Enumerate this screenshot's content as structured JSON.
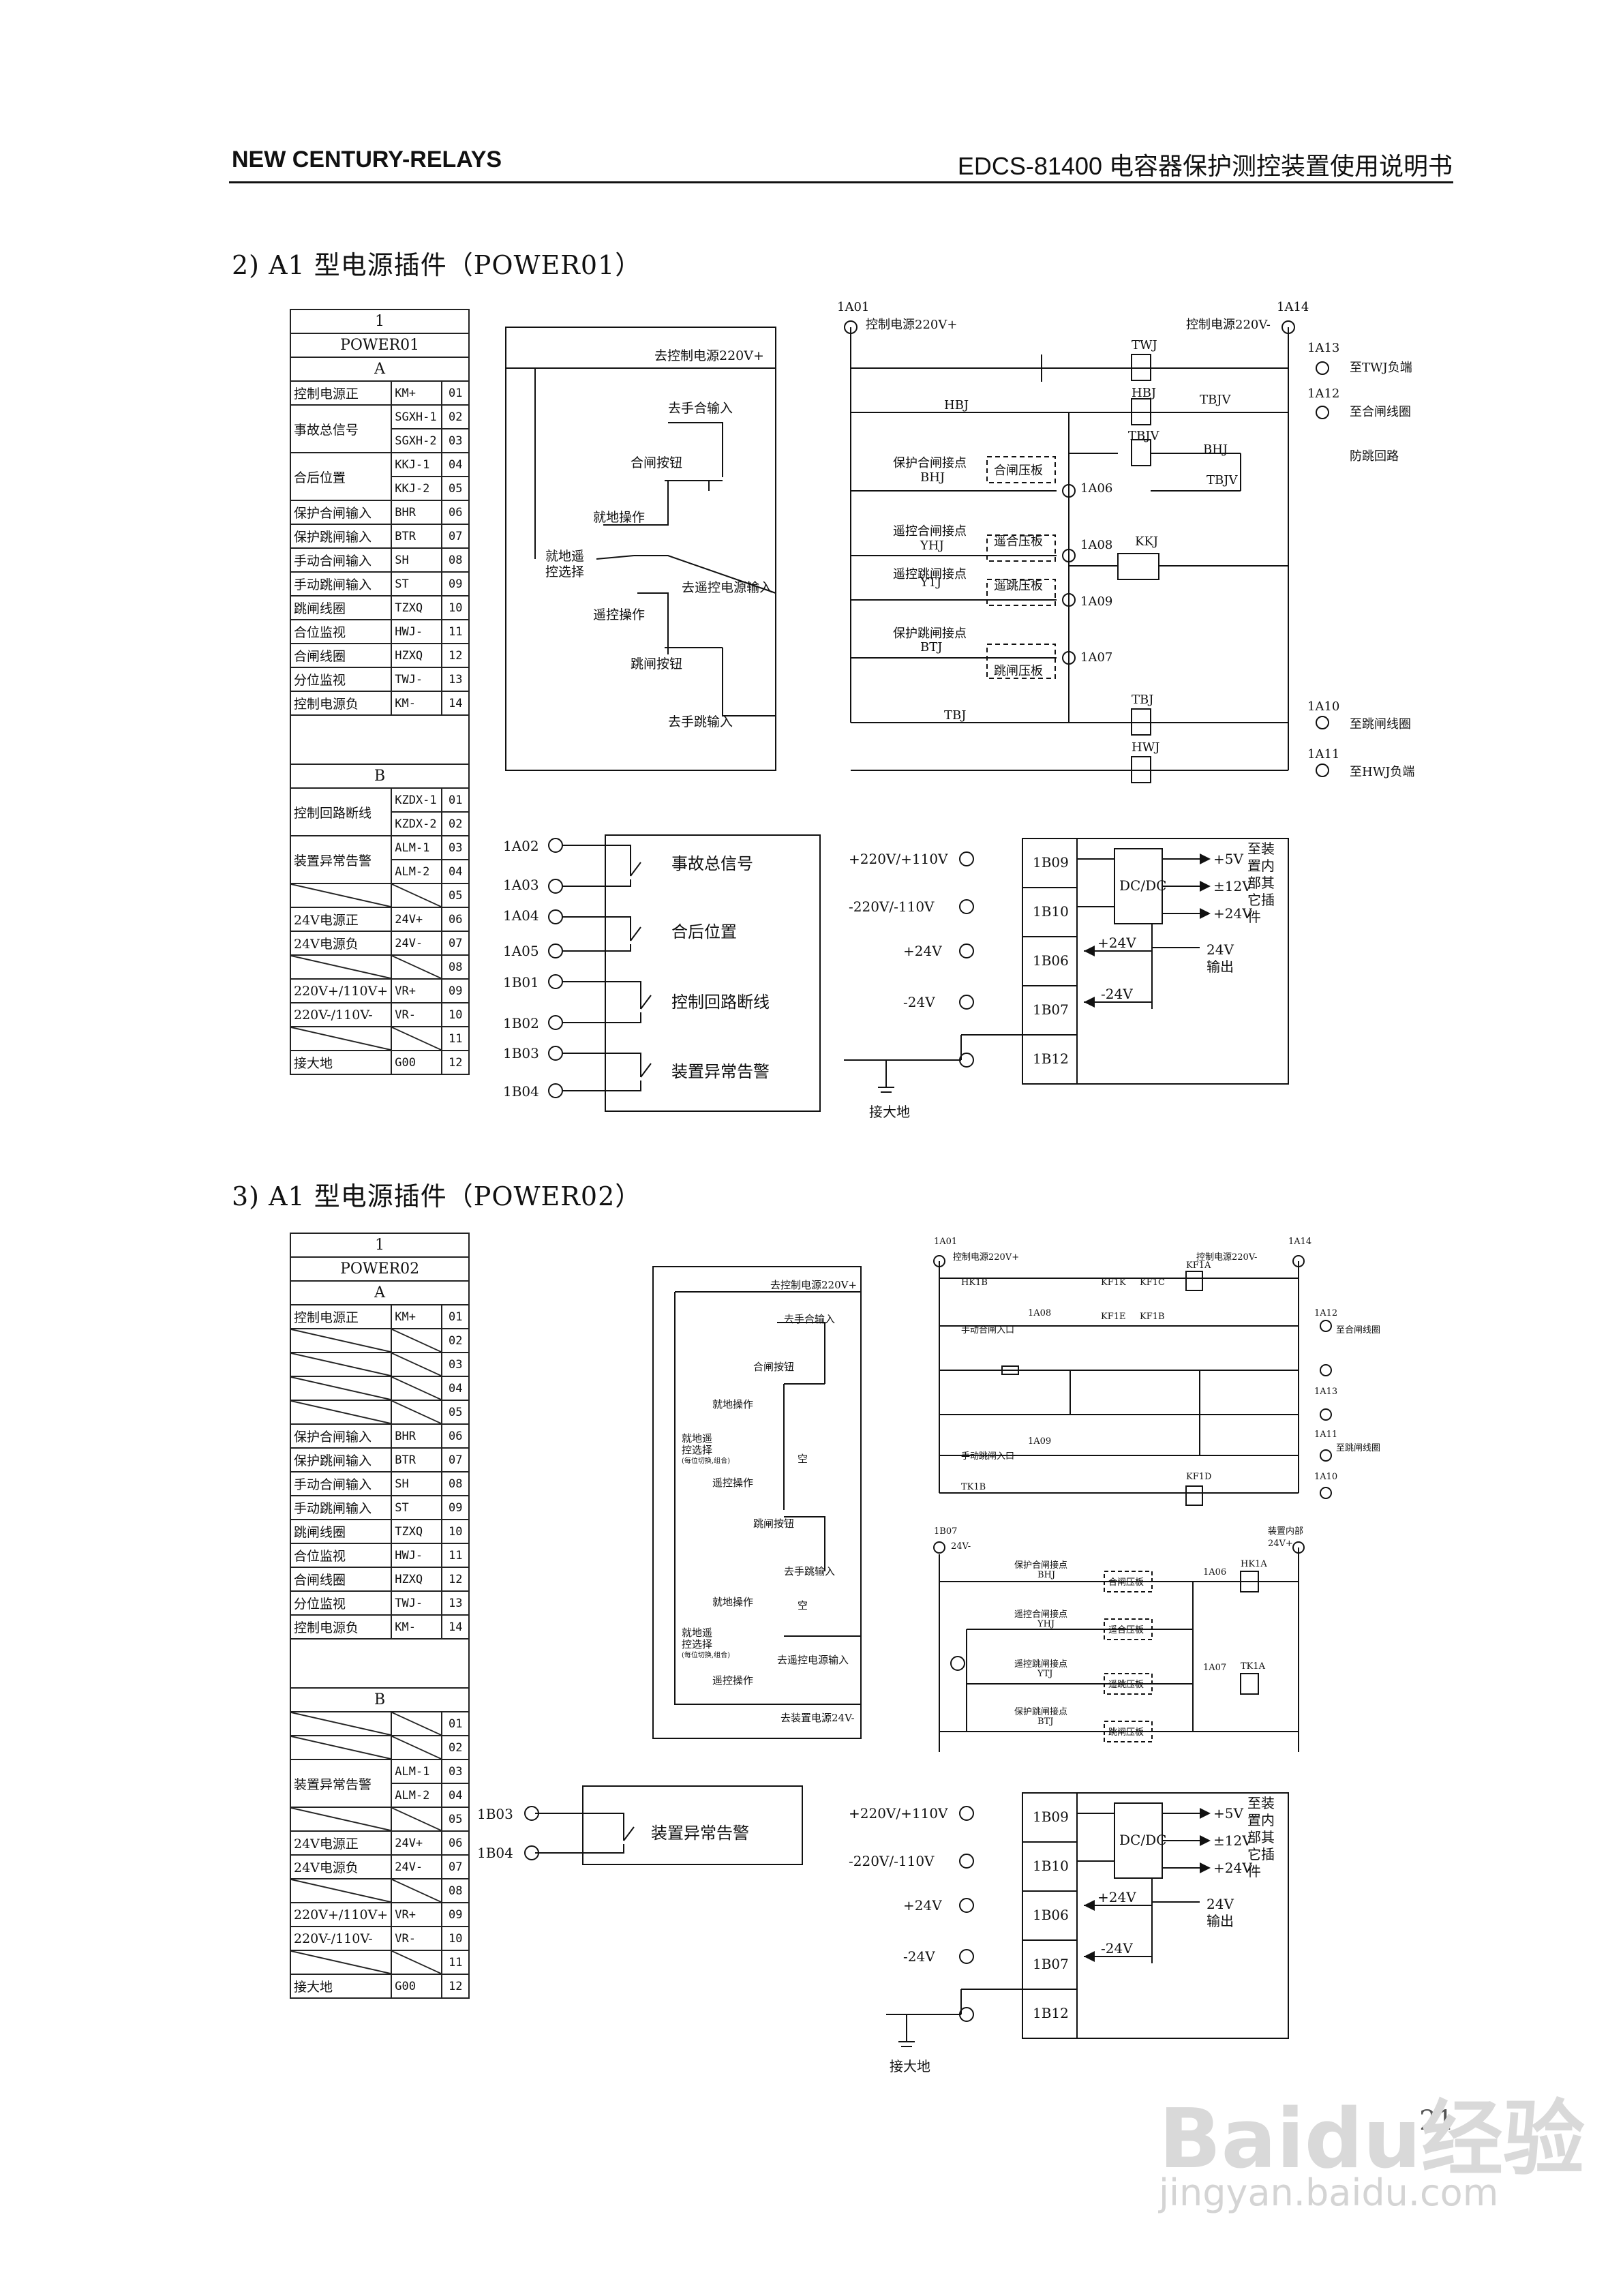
{
  "header": {
    "left": "NEW CENTURY-RELAYS",
    "right": "EDCS-81400 电容器保护测控装置使用说明书"
  },
  "sections": [
    {
      "title": "2)  A1 型电源插件（POWER01）"
    },
    {
      "title": "3)  A1 型电源插件（POWER02）"
    }
  ],
  "table1": {
    "slot": "1",
    "model": "POWER01",
    "groupA": "A",
    "groupB": "B",
    "A": [
      {
        "name": "控制电源正",
        "sig": "KM+",
        "num": "01"
      },
      {
        "name": "事故总信号",
        "sig": "SGXH-1",
        "num": "02"
      },
      {
        "name": "",
        "sig": "SGXH-2",
        "num": "03"
      },
      {
        "name": "合后位置",
        "sig": "KKJ-1",
        "num": "04"
      },
      {
        "name": "",
        "sig": "KKJ-2",
        "num": "05"
      },
      {
        "name": "保护合闸输入",
        "sig": "BHR",
        "num": "06"
      },
      {
        "name": "保护跳闸输入",
        "sig": "BTR",
        "num": "07"
      },
      {
        "name": "手动合闸输入",
        "sig": "SH",
        "num": "08"
      },
      {
        "name": "手动跳闸输入",
        "sig": "ST",
        "num": "09"
      },
      {
        "name": "跳闸线圈",
        "sig": "TZXQ",
        "num": "10"
      },
      {
        "name": "合位监视",
        "sig": "HWJ-",
        "num": "11"
      },
      {
        "name": "合闸线圈",
        "sig": "HZXQ",
        "num": "12"
      },
      {
        "name": "分位监视",
        "sig": "TWJ-",
        "num": "13"
      },
      {
        "name": "控制电源负",
        "sig": "KM-",
        "num": "14"
      }
    ],
    "B": [
      {
        "name": "控制回路断线",
        "sig": "KZDX-1",
        "num": "01"
      },
      {
        "name": "",
        "sig": "KZDX-2",
        "num": "02"
      },
      {
        "name": "装置异常告警",
        "sig": "ALM-1",
        "num": "03"
      },
      {
        "name": "",
        "sig": "ALM-2",
        "num": "04"
      },
      {
        "name": "",
        "sig": "",
        "num": "05"
      },
      {
        "name": "24V电源正",
        "sig": "24V+",
        "num": "06"
      },
      {
        "name": "24V电源负",
        "sig": "24V-",
        "num": "07"
      },
      {
        "name": "",
        "sig": "",
        "num": "08"
      },
      {
        "name": "220V+/110V+",
        "sig": "VR+",
        "num": "09"
      },
      {
        "name": "220V-/110V-",
        "sig": "VR-",
        "num": "10"
      },
      {
        "name": "",
        "sig": "",
        "num": "11"
      },
      {
        "name": "接大地",
        "sig": "G00",
        "num": "12"
      }
    ]
  },
  "table2": {
    "slot": "1",
    "model": "POWER02",
    "groupA": "A",
    "groupB": "B",
    "A": [
      {
        "name": "控制电源正",
        "sig": "KM+",
        "num": "01"
      },
      {
        "name": "",
        "sig": "",
        "num": "02"
      },
      {
        "name": "",
        "sig": "",
        "num": "03"
      },
      {
        "name": "",
        "sig": "",
        "num": "04"
      },
      {
        "name": "",
        "sig": "",
        "num": "05"
      },
      {
        "name": "保护合闸输入",
        "sig": "BHR",
        "num": "06"
      },
      {
        "name": "保护跳闸输入",
        "sig": "BTR",
        "num": "07"
      },
      {
        "name": "手动合闸输入",
        "sig": "SH",
        "num": "08"
      },
      {
        "name": "手动跳闸输入",
        "sig": "ST",
        "num": "09"
      },
      {
        "name": "跳闸线圈",
        "sig": "TZXQ",
        "num": "10"
      },
      {
        "name": "合位监视",
        "sig": "HWJ-",
        "num": "11"
      },
      {
        "name": "合闸线圈",
        "sig": "HZXQ",
        "num": "12"
      },
      {
        "name": "分位监视",
        "sig": "TWJ-",
        "num": "13"
      },
      {
        "name": "控制电源负",
        "sig": "KM-",
        "num": "14"
      }
    ],
    "B": [
      {
        "name": "",
        "sig": "",
        "num": "01"
      },
      {
        "name": "",
        "sig": "",
        "num": "02"
      },
      {
        "name": "装置异常告警",
        "sig": "ALM-1",
        "num": "03"
      },
      {
        "name": "",
        "sig": "ALM-2",
        "num": "04"
      },
      {
        "name": "",
        "sig": "",
        "num": "05"
      },
      {
        "name": "24V电源正",
        "sig": "24V+",
        "num": "06"
      },
      {
        "name": "24V电源负",
        "sig": "24V-",
        "num": "07"
      },
      {
        "name": "",
        "sig": "",
        "num": "08"
      },
      {
        "name": "220V+/110V+",
        "sig": "VR+",
        "num": "09"
      },
      {
        "name": "220V-/110V-",
        "sig": "VR-",
        "num": "10"
      },
      {
        "name": "",
        "sig": "",
        "num": "11"
      },
      {
        "name": "接大地",
        "sig": "G00",
        "num": "12"
      }
    ]
  },
  "select": {
    "to_ctrl_power": "去控制电源220V+",
    "to_manual_close": "去手合输入",
    "close_button": "合闸按钮",
    "local_op": "就地操作",
    "local_remote": "就地遥",
    "local_remote2": "控选择",
    "remote_power": "去遥控电源输入",
    "remote_op": "遥控操作",
    "trip_button": "跳闸按钮",
    "to_manual_trip": "去手跳输入",
    "empty": "空",
    "to_device_power": "去装置电源24V-",
    "note": "(每位切换,组合)"
  },
  "circuit1": {
    "t1A01": "1A01",
    "t1A14": "1A14",
    "t1A13": "1A13",
    "t1A12": "1A12",
    "t1A10": "1A10",
    "t1A11": "1A11",
    "t1A06": "1A06",
    "t1A08": "1A08",
    "t1A09": "1A09",
    "t1A07": "1A07",
    "pos": "控制电源220V+",
    "neg": "控制电源220V-",
    "TWJ": "TWJ",
    "HBJ": "HBJ",
    "TBJV": "TBJV",
    "TBJ": "TBJ",
    "BHJ": "BHJ",
    "YHJ": "YHJ",
    "YTJ": "YTJ",
    "BTJ": "BTJ",
    "KKJ": "KKJ",
    "HWJ": "HWJ",
    "prot_close": "保护合闸接点",
    "remote_close": "遥控合闸接点",
    "remote_trip": "遥控跳闸接点",
    "prot_trip": "保护跳闸接点",
    "plate_close": "合闸压板",
    "plate_rclose": "遥合压板",
    "plate_rtrip": "遥跳压板",
    "plate_trip": "跳闸压板",
    "to_twj": "至TWJ负端",
    "to_close_coil": "至合闸线圈",
    "anti_jump": "防跳回路",
    "to_trip_coil": "至跳闸线圈",
    "to_hwj": "至HWJ负端"
  },
  "circuit2": {
    "t1A01": "1A01",
    "t1A14": "1A14",
    "t1A08": "1A08",
    "t1A12": "1A12",
    "t1A13": "1A13",
    "t1A09": "1A09",
    "t1A11": "1A11",
    "t1A10": "1A10",
    "pos": "控制电源220V+",
    "neg": "控制电源220V-",
    "HK1B": "HK1B",
    "KF1K": "KF1K",
    "KF1C": "KF1C",
    "KF1A": "KF1A",
    "KF1E": "KF1E",
    "KF1B": "KF1B",
    "KF1D": "KF1D",
    "TK1B": "TK1B",
    "manual_close": "手动合闸入口",
    "manual_trip": "手动跳闸入口",
    "to_close_coil": "至合闸线圈",
    "to_trip_coil": "至跳闸线圈",
    "t1B07": "1B07",
    "v24m": "24V-",
    "dev_inner": "装置内部",
    "v24p": "24V+",
    "prot_close": "保护合闸接点",
    "remote_close": "遥控合闸接点",
    "remote_trip": "遥控跳闸接点",
    "prot_trip": "保护跳闸接点",
    "BHJ": "BHJ",
    "YHJ": "YHJ",
    "YTJ": "YTJ",
    "BTJ": "BTJ",
    "plate_close": "合闸压板",
    "plate_rclose": "遥合压板",
    "plate_rtrip": "遥跳压板",
    "plate_trip": "跳闸压板",
    "t1A06": "1A06",
    "HK1A": "HK1A",
    "t1A07": "1A07",
    "TK1A": "TK1A"
  },
  "signals": {
    "t1A02": "1A02",
    "t1A03": "1A03",
    "t1A04": "1A04",
    "t1A05": "1A05",
    "t1B01": "1B01",
    "t1B02": "1B02",
    "t1B03": "1B03",
    "t1B04": "1B04",
    "accident": "事故总信号",
    "close_pos": "合后位置",
    "ctrl_break": "控制回路断线",
    "alarm": "装置异常告警"
  },
  "power": {
    "in_pos": "+220V/+110V",
    "in_neg": "-220V/-110V",
    "p24": "+24V",
    "m24": "-24V",
    "B09": "1B09",
    "B10": "1B10",
    "B06": "1B06",
    "B07": "1B07",
    "B12": "1B12",
    "dcdc": "DC/DC",
    "v5": "+5V",
    "v12": "±12V",
    "v24": "+24V",
    "p24b": "+24V",
    "m24b": "-24V",
    "out24": "24V",
    "out_label": "输出",
    "to_dev1": "至装",
    "to_dev2": "置内",
    "to_dev3": "部其",
    "to_dev4": "它插",
    "to_dev5": "件",
    "ground": "接大地"
  },
  "page_number": "21",
  "watermark": {
    "brand": "Baidu经验",
    "url": "jingyan.baidu.com"
  }
}
